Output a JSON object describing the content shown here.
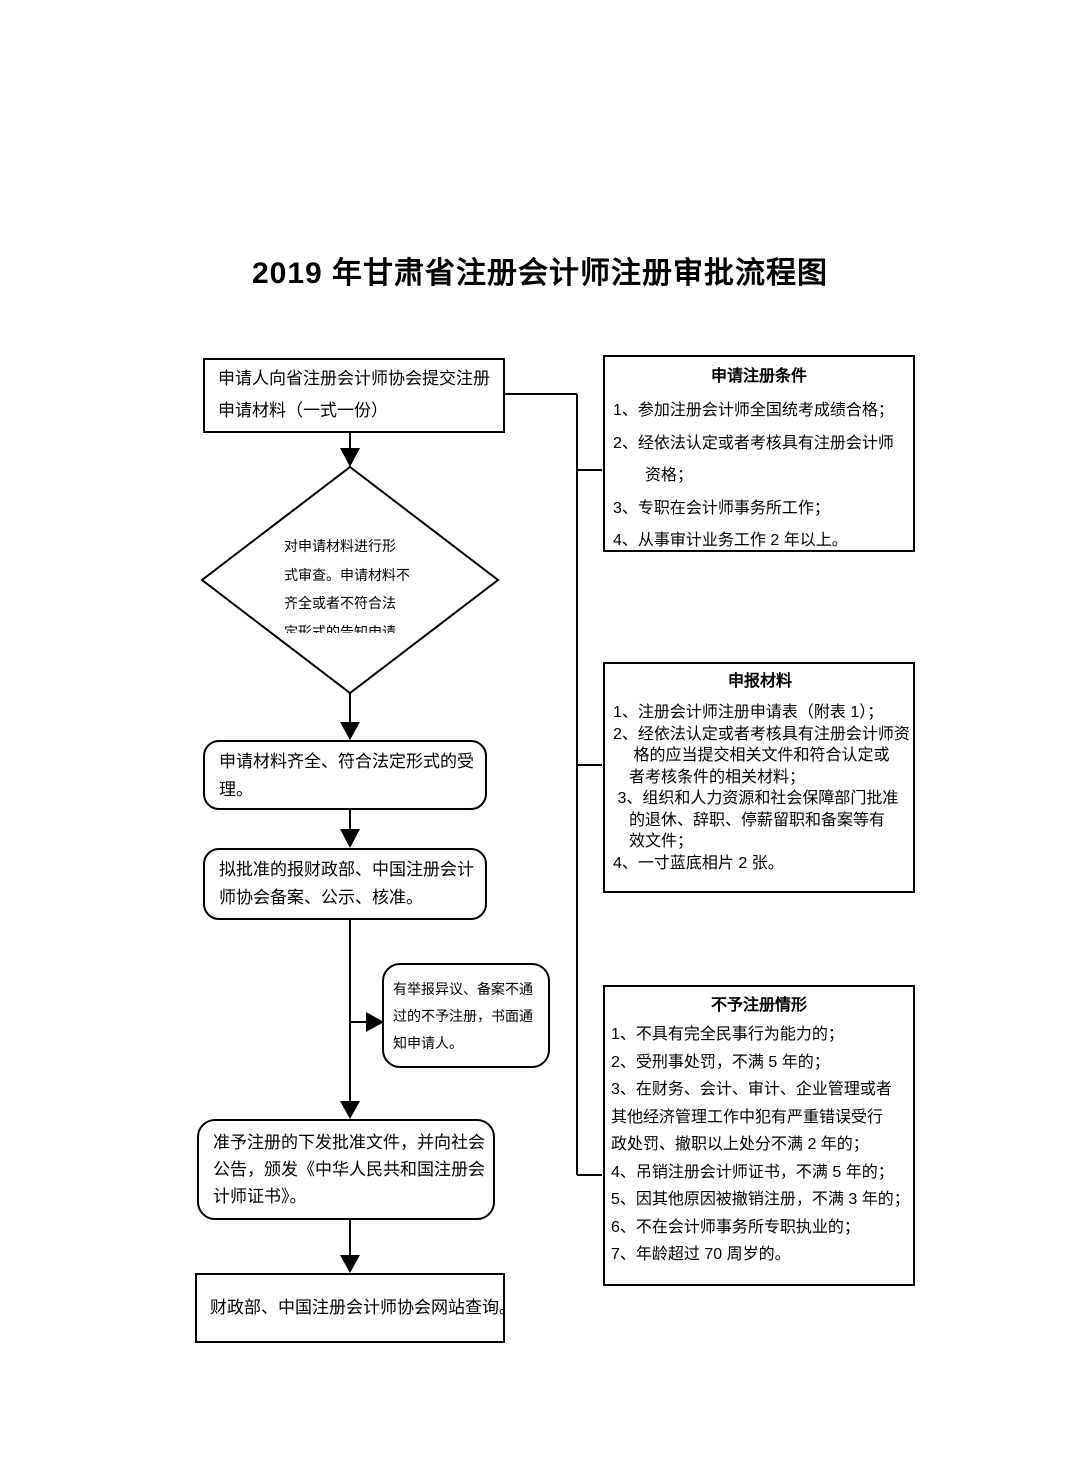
{
  "title": "2019 年甘肃省注册会计师注册审批流程图",
  "colors": {
    "ink": "#000000",
    "paper": "#ffffff"
  },
  "flow": {
    "submit": {
      "lines": [
        "申请人向省注册会计师协会提交注册",
        "申请材料（一式一份）"
      ]
    },
    "form_review": {
      "lines": [
        "对申请材料进行形",
        "式审查。申请材料不",
        "齐全或者不符合法",
        "定形式的告知申请"
      ]
    },
    "acceptance": {
      "lines": [
        "申请材料齐全、符合法定形式的受",
        "理。"
      ]
    },
    "record_publicity": {
      "lines": [
        "拟批准的报财政部、中国注册会计",
        "师协会备案、公示、核准。"
      ]
    },
    "objection_notice": {
      "lines": [
        "有举报异议、备案不通",
        "过的不予注册，书面通",
        "知申请人。"
      ]
    },
    "approval_issue": {
      "lines": [
        "准予注册的下发批准文件，并向社会",
        "公告，颁发《中华人民共和国注册会",
        "计师证书》。"
      ]
    },
    "website_query": {
      "lines": [
        "财政部、中国注册会计师协会网站查询。"
      ]
    }
  },
  "panels": {
    "conditions": {
      "title": "申请注册条件",
      "lines": [
        "1、参加注册会计师全国统考成绩合格；",
        "2、经依法认定或者考核具有注册会计师",
        "　　资格；",
        "3、专职在会计师事务所工作；",
        "4、从事审计业务工作 2 年以上。"
      ]
    },
    "materials": {
      "title": "申报材料",
      "lines": [
        "1、注册会计师注册申请表（附表 1）；",
        "2、经依法认定或者考核具有注册会计师资",
        "　 格的应当提交相关文件和符合认定或",
        "　者考核条件的相关材料；",
        " 3、组织和人力资源和社会保障部门批准",
        "　的退休、辞职、停薪留职和备案等有",
        "　效文件；",
        "4、一寸蓝底相片 2 张。"
      ]
    },
    "rejection": {
      "title": "不予注册情形",
      "lines": [
        "1、不具有完全民事行为能力的；",
        "2、受刑事处罚，不满 5 年的；",
        "3、在财务、会计、审计、企业管理或者",
        "其他经济管理工作中犯有严重错误受行",
        "政处罚、撤职以上处分不满 2 年的；",
        "4、吊销注册会计师证书，不满 5 年的；",
        "5、因其他原因被撤销注册，不满 3 年的；",
        "6、不在会计师事务所专职执业的；",
        "7、年龄超过 70 周岁的。"
      ]
    }
  }
}
